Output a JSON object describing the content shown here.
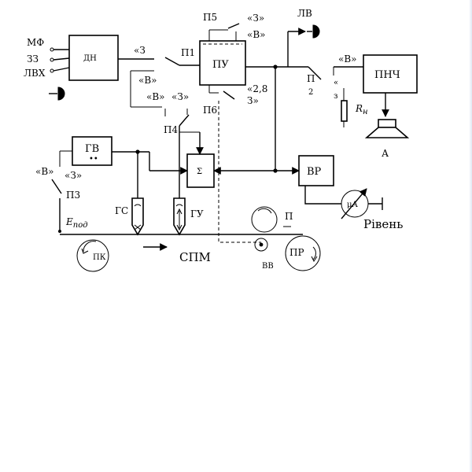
{
  "inputs": [
    "МФ",
    "ЗЗ",
    "ЛВХ"
  ],
  "blocks": {
    "dn": "ДН",
    "pu": "ПУ",
    "pnch": "ПНЧ",
    "gv": "ГВ",
    "sum": "Σ",
    "vr": "ВР"
  },
  "switches": {
    "p1": "П1",
    "p2_a": "П",
    "p2_b": "2",
    "p3": "П3",
    "p4": "П4",
    "p5": "П5",
    "p6": "П6",
    "p7": "П"
  },
  "modes": {
    "z3_dn": "«З",
    "z3_p5": "«З»",
    "v_pu": "«В»",
    "v_left1": "«В»",
    "v_left2": "«В»",
    "z3_left2": "«З»",
    "speed_a": "«2,8",
    "speed_b": "З»",
    "v_pnch": "«В»",
    "quote_p2": "«",
    "s_p2": "з",
    "v_p3": "«В»",
    "z3_p3": "«З»"
  },
  "outputs": {
    "lv": "ЛВ",
    "resistor": "R",
    "resistor_sub": "н",
    "speaker": "А"
  },
  "heads": {
    "gs": "ГС",
    "gu": "ГУ",
    "bias": "E",
    "bias_sub": "под"
  },
  "tape": {
    "label": "СПМ",
    "pk": "ПК",
    "pr": "ПР",
    "vv": "ВВ"
  },
  "meter": {
    "symbol": "μA",
    "label": "Рівень"
  },
  "gv_dots": "••"
}
